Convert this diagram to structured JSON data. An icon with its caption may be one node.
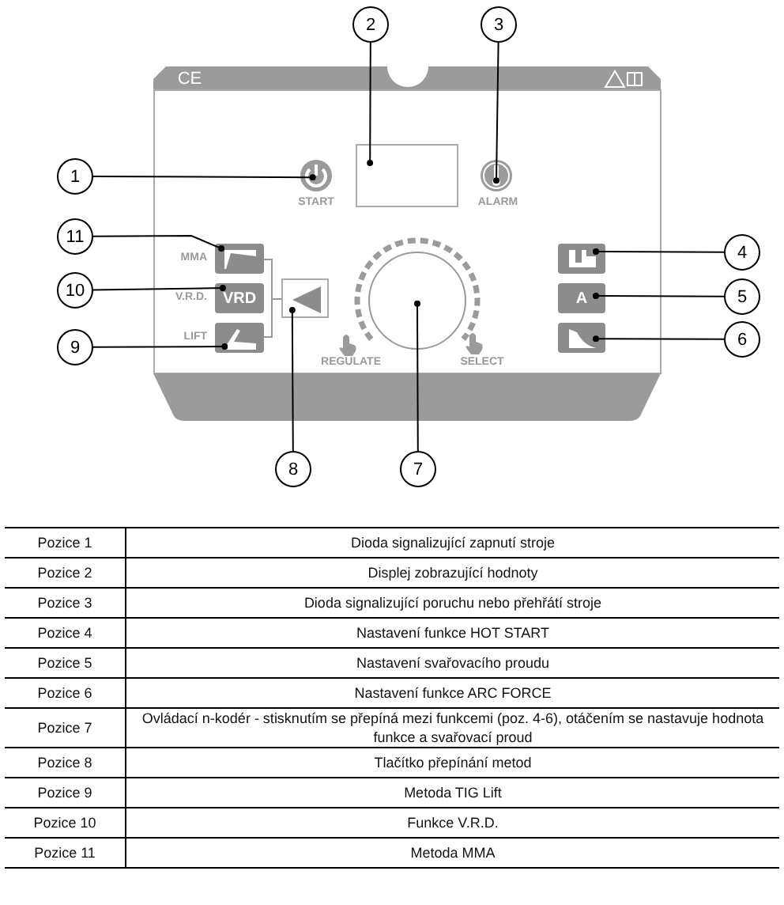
{
  "diagram": {
    "nodes": [
      {
        "text": [
          "1"
        ]
      },
      {
        "text": [
          "2"
        ]
      },
      {
        "text": [
          "3"
        ]
      },
      {
        "text": [
          "4"
        ]
      },
      {
        "text": [
          "5"
        ]
      },
      {
        "text": [
          "6"
        ]
      },
      {
        "text": [
          "7"
        ]
      },
      {
        "text": [
          "8"
        ]
      },
      {
        "text": [
          "9"
        ]
      },
      {
        "text": [
          "10"
        ]
      },
      {
        "text": [
          "11"
        ]
      },
      {
        "text": [],
        "shape": "circle"
      },
      {
        "text": [],
        "shape": "box"
      },
      {
        "text": [],
        "shape": "circle"
      },
      {
        "text": [],
        "shape": "box"
      },
      {
        "text": [],
        "shape": "box"
      },
      {
        "text": [],
        "shape": "box"
      },
      {
        "text": [],
        "shape": "circle"
      },
      {
        "text": [],
        "shape": "box"
      },
      {
        "text": [],
        "shape": "box"
      },
      {
        "text": [],
        "shape": "box"
      },
      {
        "text": [],
        "shape": "box"
      }
    ],
    "edges": [
      {
        "from": 0,
        "to": 11,
        "arrow": "other"
      },
      {
        "from": 1,
        "to": 12,
        "arrow": "other"
      },
      {
        "from": 2,
        "to": 13,
        "arrow": "other"
      },
      {
        "from": 3,
        "to": 14,
        "arrow": "other"
      },
      {
        "from": 4,
        "to": 15,
        "arrow": "other"
      },
      {
        "from": 5,
        "to": 16,
        "arrow": "other"
      },
      {
        "from": 6,
        "to": 17,
        "arrow": "other"
      },
      {
        "from": 7,
        "to": 18,
        "arrow": "other"
      },
      {
        "from": 8,
        "to": 19,
        "arrow": "other"
      },
      {
        "from": 9,
        "to": 20,
        "arrow": "other"
      },
      {
        "from": 10,
        "to": 21,
        "arrow": "other"
      }
    ],
    "labels": [
      "CE",
      "START",
      "ALARM",
      "MMA",
      "V.R.D.",
      "VRD",
      "A",
      "LIFT",
      "REGULATE",
      "SELECT",
      "Pozice 1",
      "Dioda signalizující zapnutí stroje",
      "Pozice 2",
      "Displej zobrazující hodnoty",
      "Pozice 3",
      "Dioda signalizující poruchu nebo přehřátí stroje",
      "Pozice 4",
      "Nastavení funkce HOT START",
      "Pozice 5",
      "Nastavení svařovacího proudu",
      "Pozice 6",
      "Nastavení funkce ARC FORCE",
      "Pozice 7",
      "Ovládací n-kodér - stisknutím se přepíná mezi funkcemi (poz. 4-6), otáčením se nastavuje hodnota funkce a svařovací proud",
      "Pozice 8",
      "Tlačítko přepínání metod",
      "Pozice 9",
      "Metoda TIG Lift",
      "Pozice 10",
      "Funkce V.R.D.",
      "Pozice 11",
      "Metoda MMA"
    ]
  }
}
